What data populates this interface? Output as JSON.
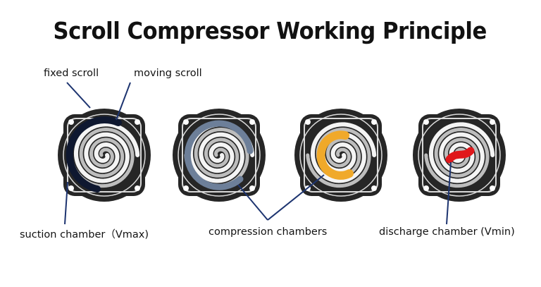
{
  "title": "Scroll Compressor Working Principle",
  "labels": {
    "fixed_scroll": "fixed scroll",
    "moving_scroll": "moving scroll",
    "suction_chamber": "suction chamber（Vmax)",
    "compression_chambers": "compression chambers",
    "discharge_chamber": "discharge chamber (Vmin)"
  },
  "colors": {
    "plate": "#2b2b2b",
    "scroll_light": "#f4f4f4",
    "suction_highlight": "#0f1830",
    "compression_highlight_1": "#6d7f99",
    "compression_highlight_2": "#f0a92a",
    "discharge_highlight": "#e0171b",
    "leader_line": "#1d3470"
  }
}
